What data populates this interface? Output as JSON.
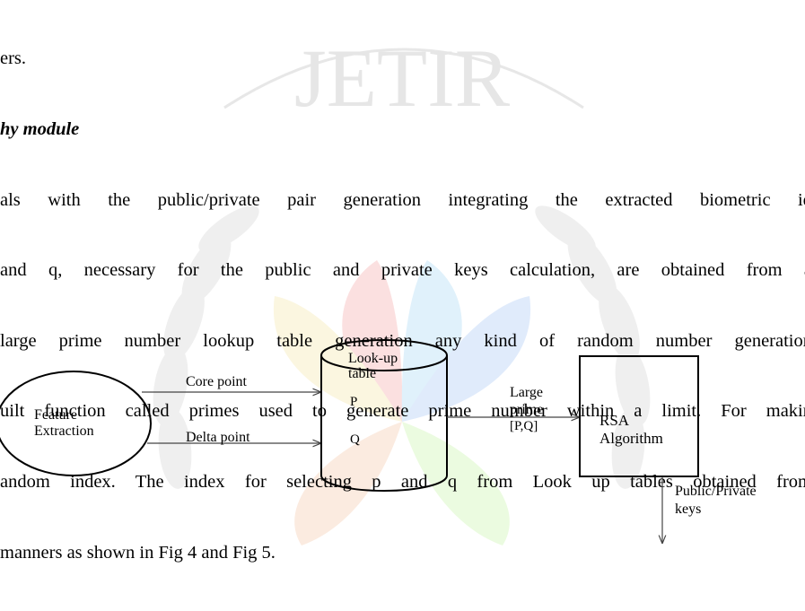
{
  "text": {
    "line0": "ers.",
    "heading": "hy module",
    "para": [
      "als with the public/private pair generation integrating the extracted biometric id",
      " and q, necessary for the public and private keys calculation, are obtained from a",
      "large prime number lookup table generation any kind of random number generation",
      "uilt function called primes used to generate prime number within a limit. For makin",
      "andom index. The index for selecting p and q from Look up tables obtained from",
      "manners as shown in Fig 4 and Fig 5."
    ]
  },
  "diagram": {
    "feature_extraction": [
      "Feature",
      "Extraction"
    ],
    "core_point": "Core point",
    "delta_point": "Delta point",
    "lookup_table": [
      "Look-up",
      "table"
    ],
    "p_label": "P",
    "q_label": "Q",
    "large_prime": [
      "Large",
      "prime",
      "[P,Q]"
    ],
    "rsa": [
      "RSA",
      "Algorithm"
    ],
    "keys": [
      "Public/Private",
      "keys"
    ]
  },
  "watermark": {
    "text": "JETIR",
    "colors": [
      "#f4a6a6",
      "#a6d8f4",
      "#a6c6f4",
      "#f4e6a6",
      "#c6f4a6",
      "#f4c6a6"
    ]
  }
}
